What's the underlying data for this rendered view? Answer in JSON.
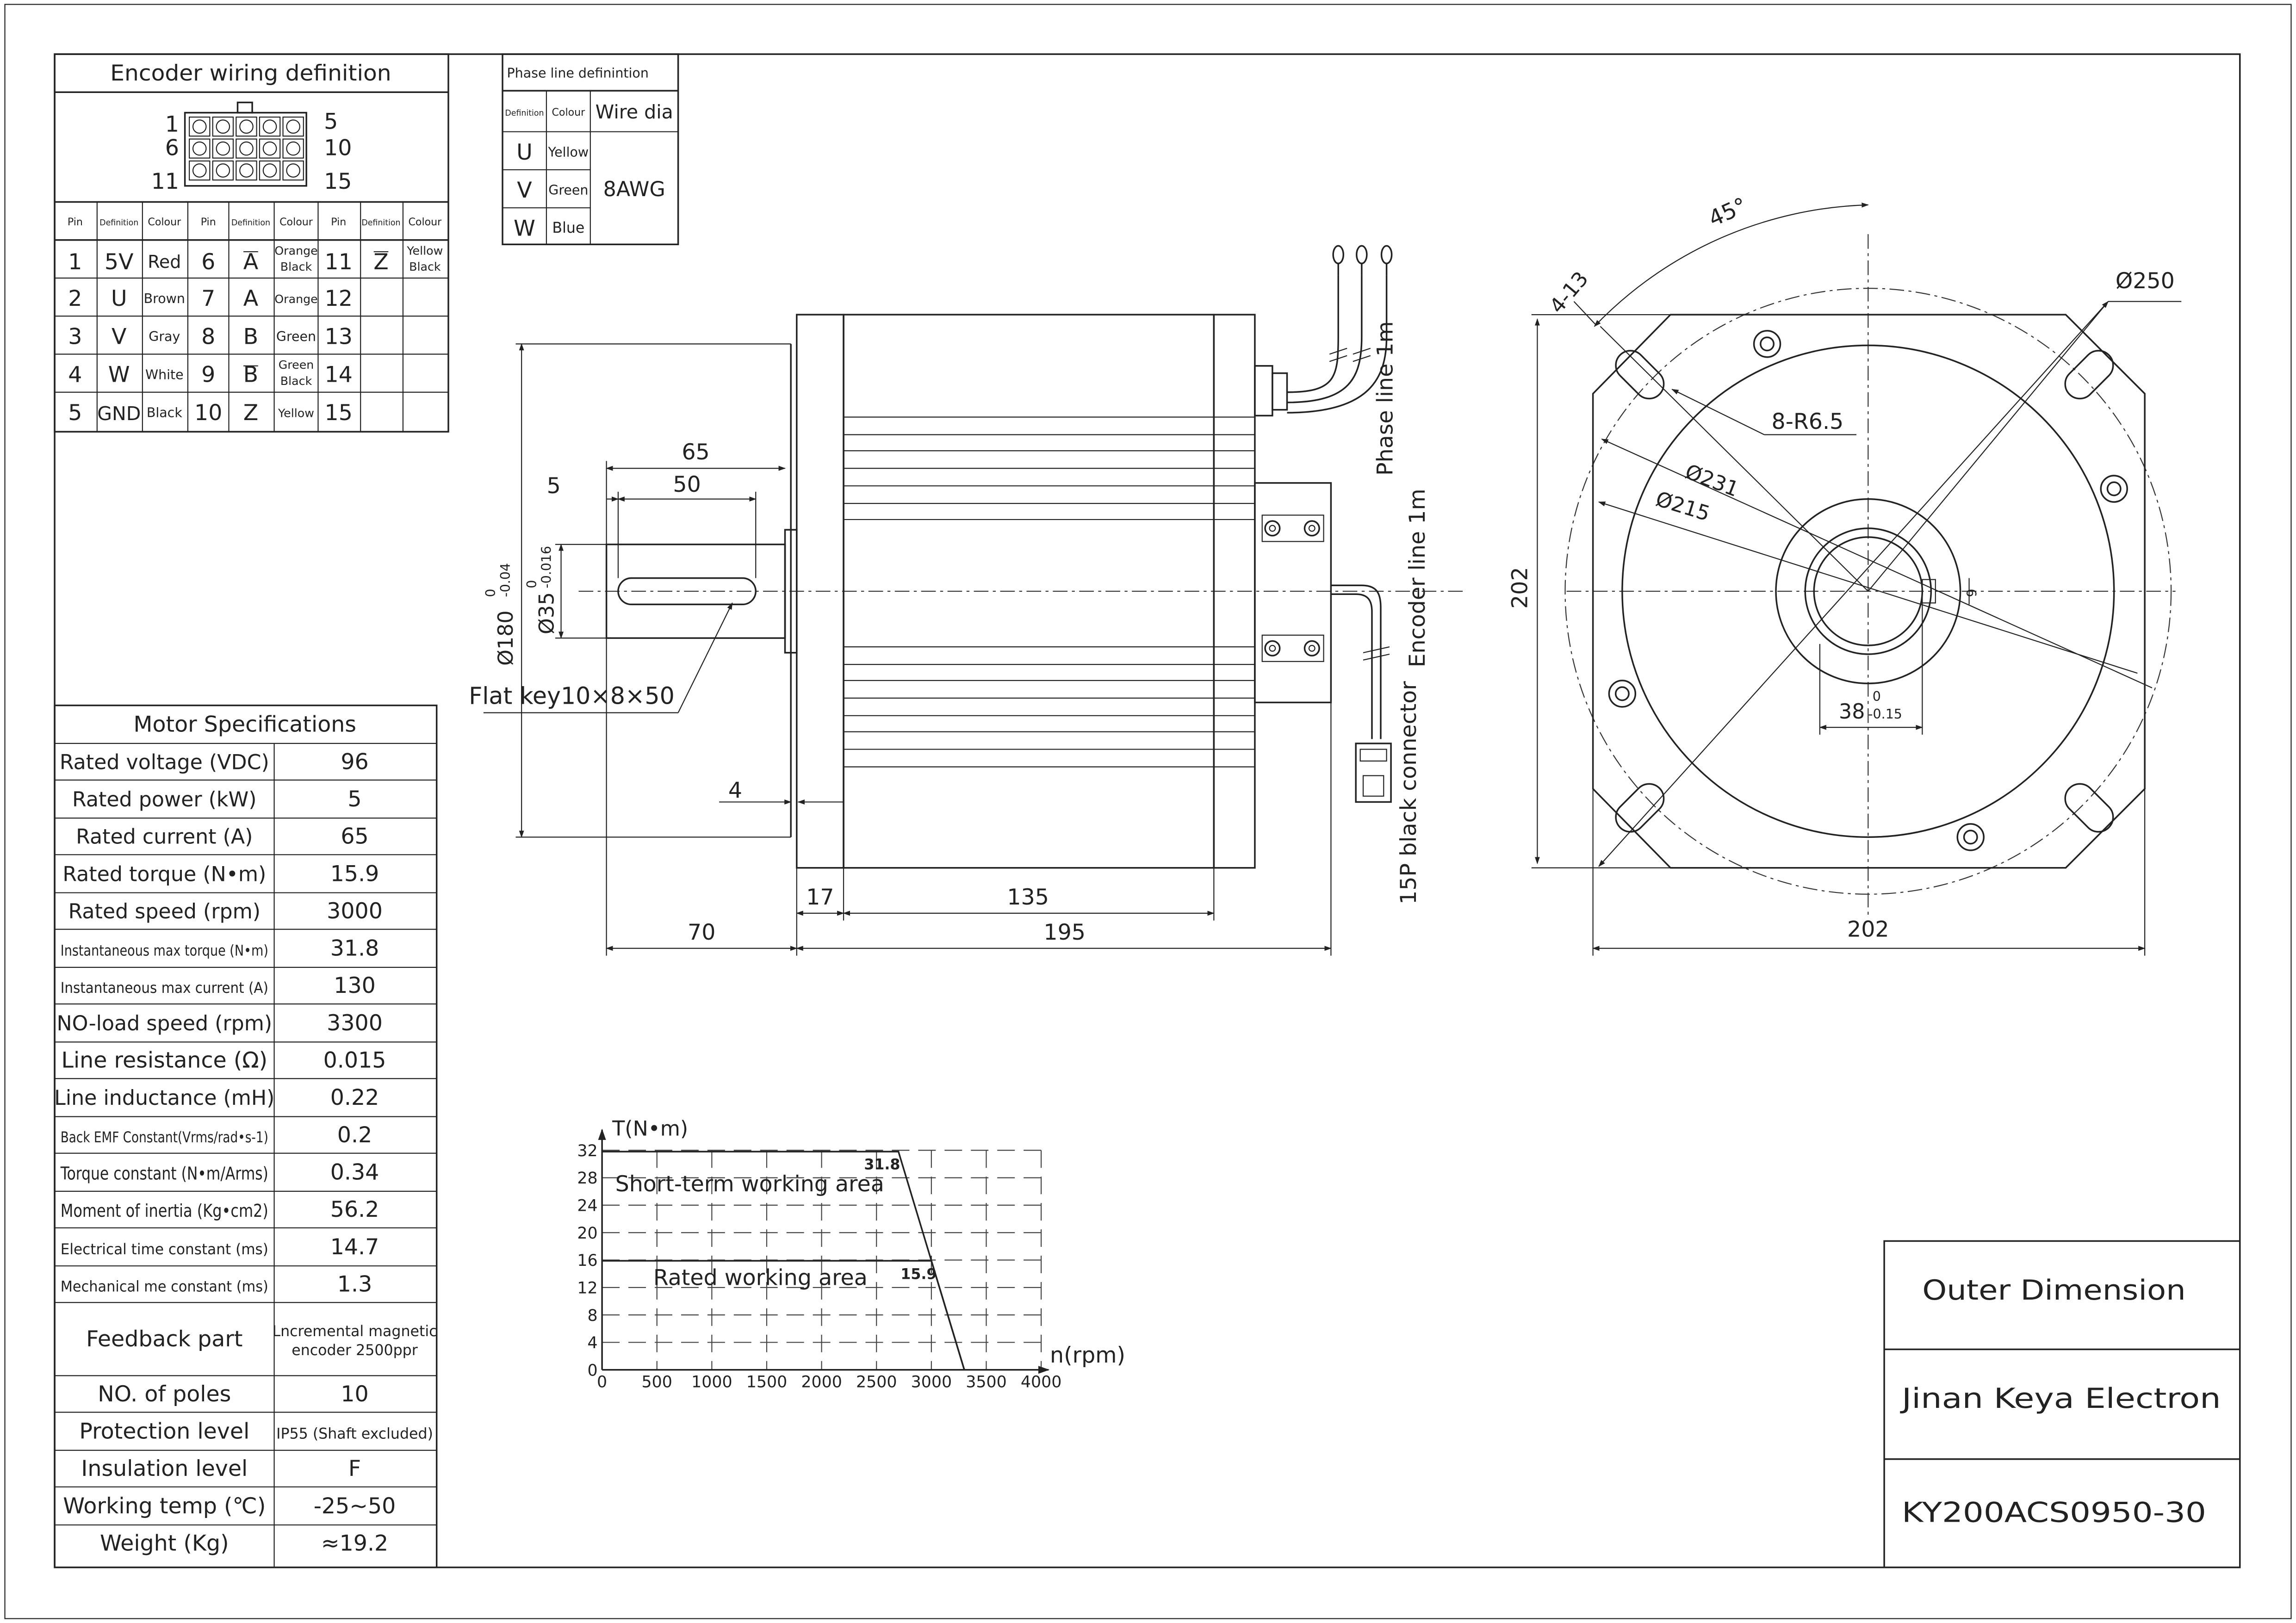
{
  "encoder_wiring": {
    "title": "Encoder wiring definition",
    "connector_numbers": {
      "left": [
        "1",
        "6",
        "11"
      ],
      "right": [
        "5",
        "10",
        "15"
      ]
    },
    "headers": [
      "Pin",
      "Definition",
      "Colour",
      "Pin",
      "Definition",
      "Colour",
      "Pin",
      "Definition",
      "Colour"
    ],
    "rows": [
      [
        "1",
        "5V",
        "Red",
        "6",
        "A",
        "Orange Black",
        "11",
        "Z",
        "Yellow Black"
      ],
      [
        "2",
        "U",
        "Brown",
        "7",
        "A",
        "Orange",
        "12",
        "",
        ""
      ],
      [
        "3",
        "V",
        "Gray",
        "8",
        "B",
        "Green",
        "13",
        "",
        ""
      ],
      [
        "4",
        "W",
        "White",
        "9",
        "B",
        "Green Black",
        "14",
        "",
        ""
      ],
      [
        "5",
        "GND",
        "Black",
        "10",
        "Z",
        "Yellow",
        "15",
        "",
        ""
      ]
    ]
  },
  "phase_line": {
    "title": "Phase line definintion",
    "headers": [
      "Definition",
      "Colour",
      "Wire dia"
    ],
    "rows": [
      [
        "U",
        "Yellow"
      ],
      [
        "V",
        "Green"
      ],
      [
        "W",
        "Blue"
      ]
    ],
    "wire_dia": "8AWG"
  },
  "motor_specs": {
    "title": "Motor Specifications",
    "rows": [
      [
        "Rated voltage (VDC)",
        "96"
      ],
      [
        "Rated power (kW)",
        "5"
      ],
      [
        "Rated current (A)",
        "65"
      ],
      [
        "Rated torque (N•m)",
        "15.9"
      ],
      [
        "Rated speed (rpm)",
        "3000"
      ],
      [
        "Instantaneous max torque (N•m)",
        "31.8"
      ],
      [
        "Instantaneous max current (A)",
        "130"
      ],
      [
        "NO-load speed (rpm)",
        "3300"
      ],
      [
        "Line resistance (Ω)",
        "0.015"
      ],
      [
        "Line inductance (mH)",
        "0.22"
      ],
      [
        "Back EMF Constant(Vrms/rad•s-1)",
        "0.2"
      ],
      [
        "Torque constant (N•m/Arms)",
        "0.34"
      ],
      [
        "Moment of inertia (Kg•cm2)",
        "56.2"
      ],
      [
        "Electrical time constant (ms)",
        "14.7"
      ],
      [
        "Mechanical me constant (ms)",
        "1.3"
      ],
      [
        "Feedback part",
        "Lncremental magnetic encoder 2500ppr"
      ],
      [
        "NO. of poles",
        "10"
      ],
      [
        "Protection level",
        "IP55 (Shaft excluded)"
      ],
      [
        "Insulation level",
        "F"
      ],
      [
        "Working temp (℃)",
        "-25~50"
      ],
      [
        "Weight (Kg)",
        "≈19.2"
      ]
    ]
  },
  "side_view": {
    "dims": {
      "d65": "65",
      "d5": "5",
      "d50": "50",
      "d180": "Ø180",
      "d180_tol_up": "0",
      "d180_tol_low": "-0.04",
      "d35": "Ø35",
      "d35_tol_up": "0",
      "d35_tol_low": "-0.016",
      "d4": "4",
      "d17": "17",
      "d135": "135",
      "d70": "70",
      "d195": "195"
    },
    "flat_key": "Flat key10×8×50",
    "phase_line": "Phase line 1m",
    "encoder_line": "Encoder line 1m",
    "connector": "15P black connector"
  },
  "front_view": {
    "dims": {
      "angle": "45°",
      "holes4": "4-13",
      "d250": "Ø250",
      "r65": "8-R6.5",
      "d231": "Ø231",
      "d215": "Ø215",
      "h202": "202",
      "w202": "202",
      "key": "9",
      "d38": "38",
      "d38_tol_up": "0",
      "d38_tol_low": "-0.15"
    }
  },
  "chart_data": {
    "type": "line",
    "title": "",
    "ylabel": "T(N•m)",
    "xlabel": "n(rpm)",
    "xlim": [
      0,
      4000
    ],
    "ylim": [
      0,
      32
    ],
    "xticks": [
      0,
      500,
      1000,
      1500,
      2000,
      2500,
      3000,
      3500,
      4000
    ],
    "yticks": [
      0,
      4,
      8,
      12,
      16,
      20,
      24,
      28,
      32
    ],
    "grid": true,
    "series": [
      {
        "x": [
          0,
          2700,
          3300
        ],
        "y": [
          31.8,
          31.8,
          0
        ]
      },
      {
        "x": [
          0,
          3000,
          3300
        ],
        "y": [
          15.9,
          15.9,
          0
        ]
      }
    ],
    "annotations": [
      "31.8",
      "15.9",
      "Short-term working area",
      "Rated working area"
    ]
  },
  "title_block": {
    "title": "Outer Dimension",
    "company": "Jinan Keya Electron",
    "model": "KY200ACS0950-30"
  }
}
